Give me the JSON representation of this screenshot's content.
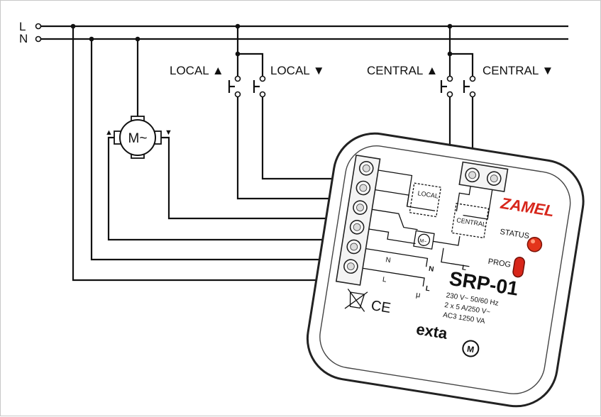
{
  "lines": {
    "l_label": "L",
    "n_label": "N"
  },
  "buttons": {
    "local_up": "LOCAL ▲",
    "local_down": "LOCAL ▼",
    "central_up": "CENTRAL ▲",
    "central_down": "CENTRAL ▼"
  },
  "motor": {
    "label": "M~",
    "up_arrow": "▲",
    "down_arrow": "▼"
  },
  "device": {
    "brand": "ZAMEL",
    "status_label": "STATUS",
    "prog_label": "PROG",
    "model": "SRP-01",
    "spec_voltage": "230 V~ 50/60 Hz",
    "spec_current": "2 x 5 A/250 V~",
    "spec_ac3": "AC3 1250 VA",
    "local_label": "LOCAL",
    "central_label": "CENTRAL",
    "term_n": "N",
    "term_l": "L",
    "term_l2": "L",
    "term_n2": "N",
    "ce_mark": "CE",
    "exta_logo": "exta",
    "motor_badge": "M",
    "micro_symbol": "μ"
  },
  "colors": {
    "led": "#e3341b",
    "prog_button": "#d8261a",
    "brand_red": "#d7261b",
    "line": "#111111"
  }
}
